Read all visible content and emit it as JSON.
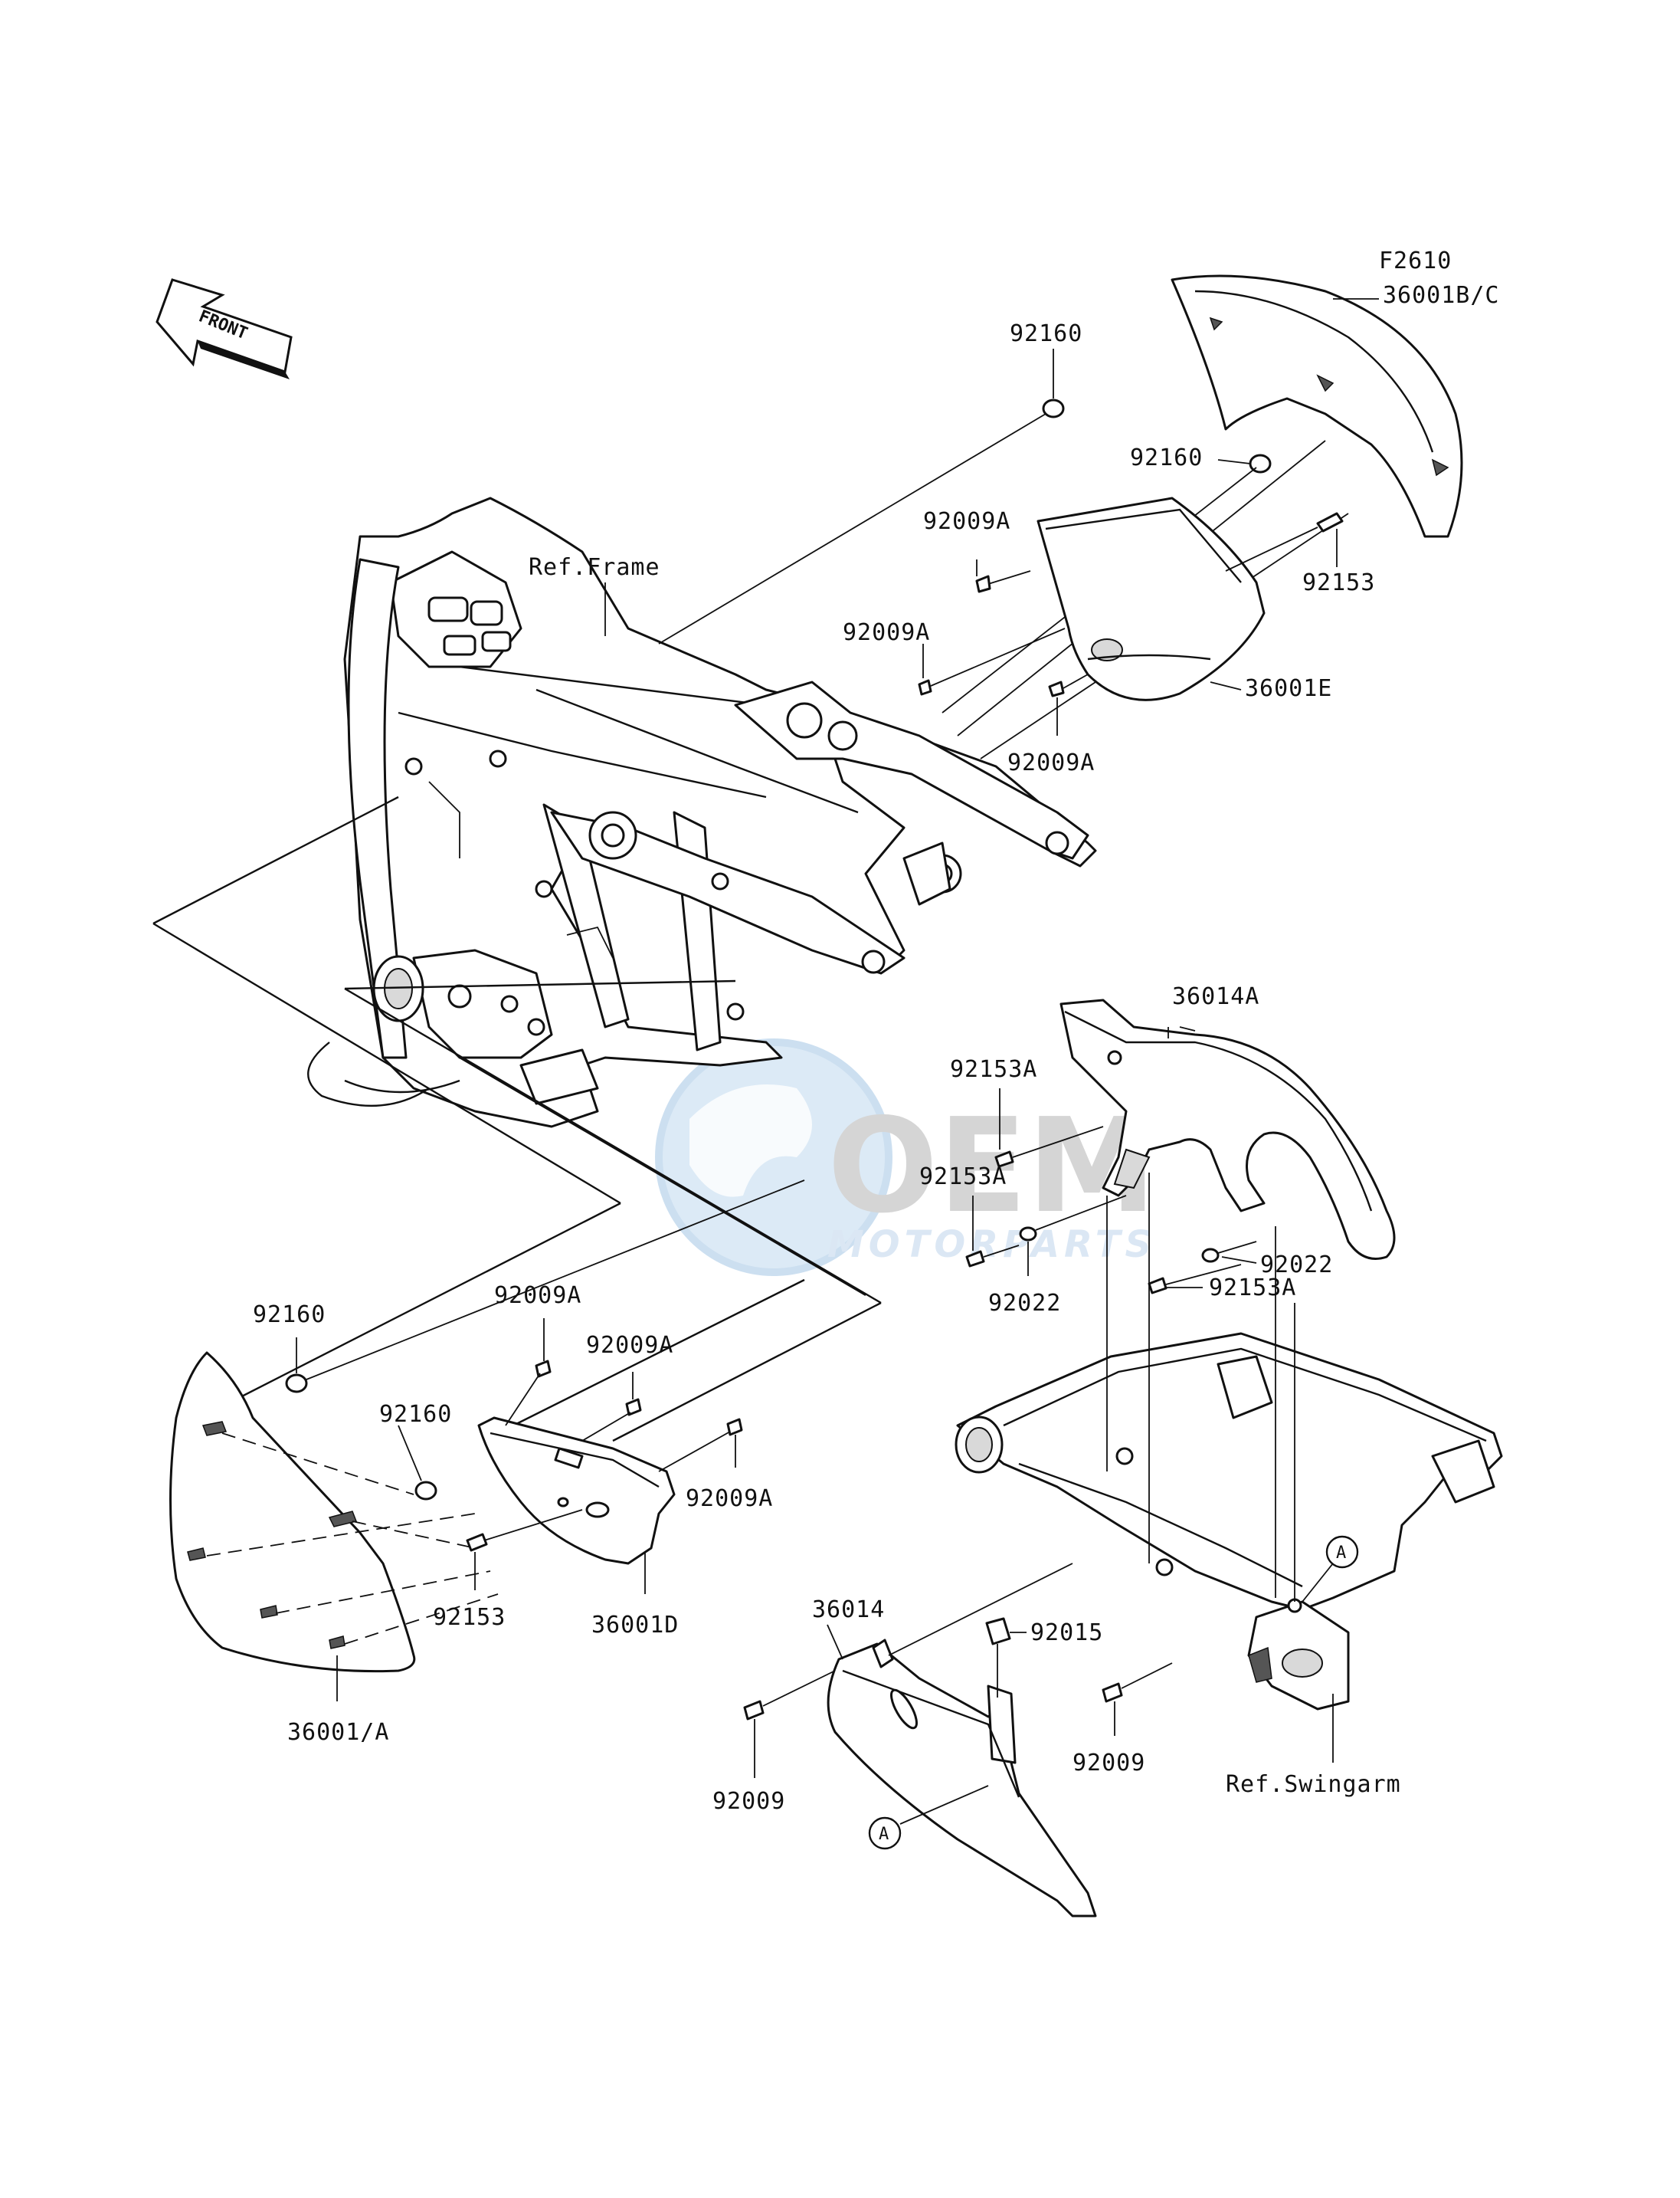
{
  "figure_code": "F2610",
  "front_arrow_label": "FRONT",
  "watermark": {
    "brand": "OEM",
    "sub": "MOTORPARTS"
  },
  "callout_marker": "A",
  "labels": {
    "p36001BC": "36001B/C",
    "p92160_a": "92160",
    "p92160_b": "92160",
    "p92009A_a": "92009A",
    "p92153_a": "92153",
    "p92009A_b": "92009A",
    "p36001E": "36001E",
    "p92009A_c": "92009A",
    "ref_frame": "Ref.Frame",
    "p36014A": "36014A",
    "p92153A_a": "92153A",
    "p92153A_b": "92153A",
    "p92022_a": "92022",
    "p92022_b": "92022",
    "p92153A_c": "92153A",
    "p92160_c": "92160",
    "p92009A_d": "92009A",
    "p92009A_e": "92009A",
    "p92160_d": "92160",
    "p92009A_f": "92009A",
    "p92153_b": "92153",
    "p36001D": "36001D",
    "p36001A": "36001/A",
    "p36014": "36014",
    "p92015": "92015",
    "p92009_a": "92009",
    "p92009_b": "92009",
    "ref_swingarm": "Ref.Swingarm"
  }
}
